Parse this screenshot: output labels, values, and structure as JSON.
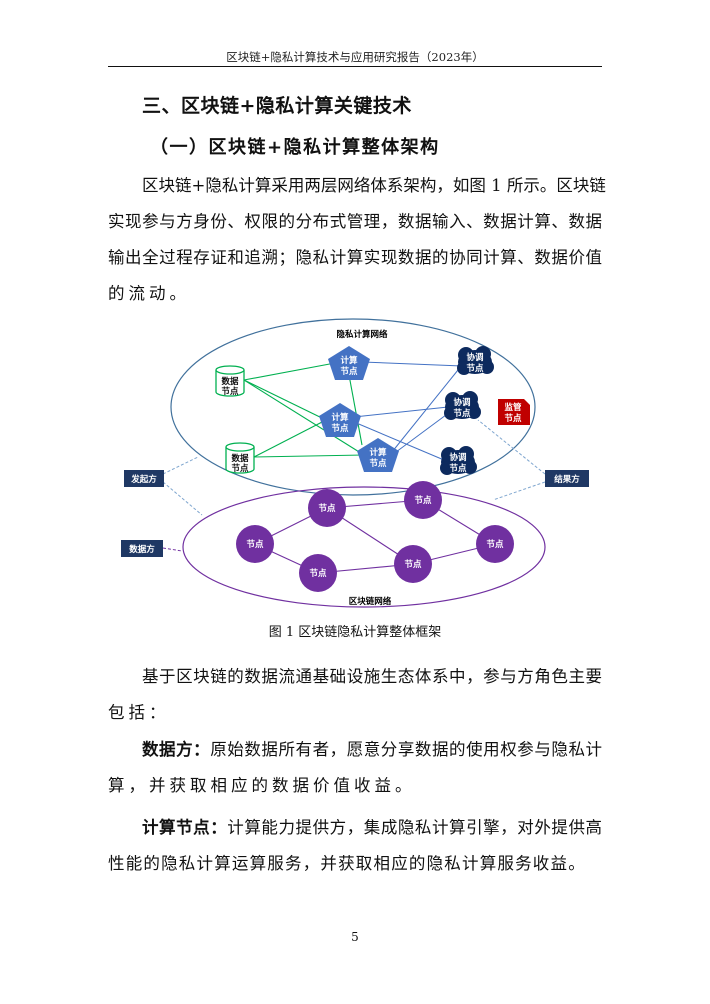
{
  "header": {
    "running_title": "区块链+隐私计算技术与应用研究报告（2023年）"
  },
  "section": {
    "title": "三、区块链+隐私计算关键技术"
  },
  "subsection": {
    "title": "（一）区块链+隐私计算整体架构"
  },
  "intro_paragraph": {
    "lines": [
      "区块链+隐私计算采用两层网络体系架构，如图 1 所示。区块链",
      "实现参与方身份、权限的分布式管理，数据输入、数据计算、数据",
      "输出全过程存证和追溯；隐私计算实现数据的协同计算、数据价值",
      "的流动。"
    ]
  },
  "figure": {
    "caption": "图 1  区块链隐私计算整体框架",
    "privacy_network_label": "隐私计算网络",
    "blockchain_network_label": "区块链网络",
    "compute_node": [
      "计算",
      "节点"
    ],
    "data_node": [
      "数据",
      "节点"
    ],
    "coord_node": [
      "协调",
      "节点"
    ],
    "regulator_node": [
      "监管",
      "节点"
    ],
    "chain_node": "节点",
    "initiator": "发起方",
    "result_party": "结果方",
    "data_party": "数据方",
    "colors": {
      "compute": "#4472c4",
      "data": "#00b050",
      "coord": "#0d2a5e",
      "regulator": "#c00000",
      "chain": "#7030a0",
      "party": "#1f3864"
    }
  },
  "roles_paragraph": {
    "lines": [
      "基于区块链的数据流通基础设施生态体系中，参与方角色主要",
      "包括："
    ]
  },
  "role_data_party": {
    "term": "数据方：",
    "line1_rest": "原始数据所有者，愿意分享数据的使用权参与隐私计",
    "line2": "算，并获取相应的数据价值收益。"
  },
  "role_compute_node": {
    "term": "计算节点：",
    "line1_rest": "计算能力提供方，集成隐私计算引擎，对外提供高",
    "line2": "性能的隐私计算运算服务，并获取相应的隐私计算服务收益。"
  },
  "footer": {
    "page_number": "5"
  }
}
